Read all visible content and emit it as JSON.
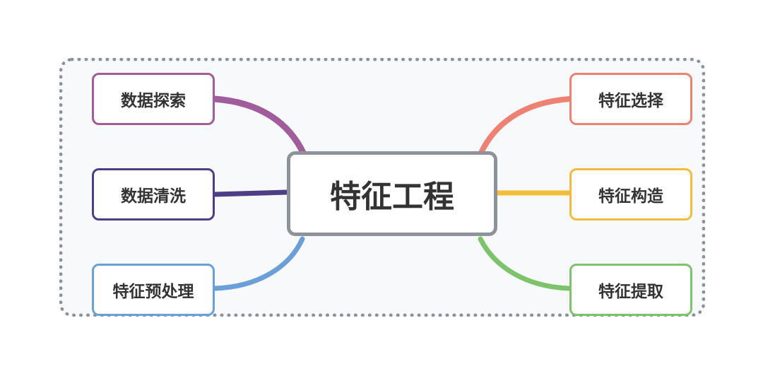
{
  "center": {
    "label": "特征工程",
    "border_color": "#8c939b"
  },
  "left_nodes": [
    {
      "label": "数据探索",
      "color": "#a05c9b"
    },
    {
      "label": "数据清洗",
      "color": "#4e3e87"
    },
    {
      "label": "特征预处理",
      "color": "#6b9fd8"
    }
  ],
  "right_nodes": [
    {
      "label": "特征选择",
      "color": "#ed8274"
    },
    {
      "label": "特征构造",
      "color": "#f3bd3c"
    },
    {
      "label": "特征提取",
      "color": "#7cc36b"
    }
  ],
  "frame": {
    "border_color": "#8b929b",
    "style": "dotted"
  }
}
